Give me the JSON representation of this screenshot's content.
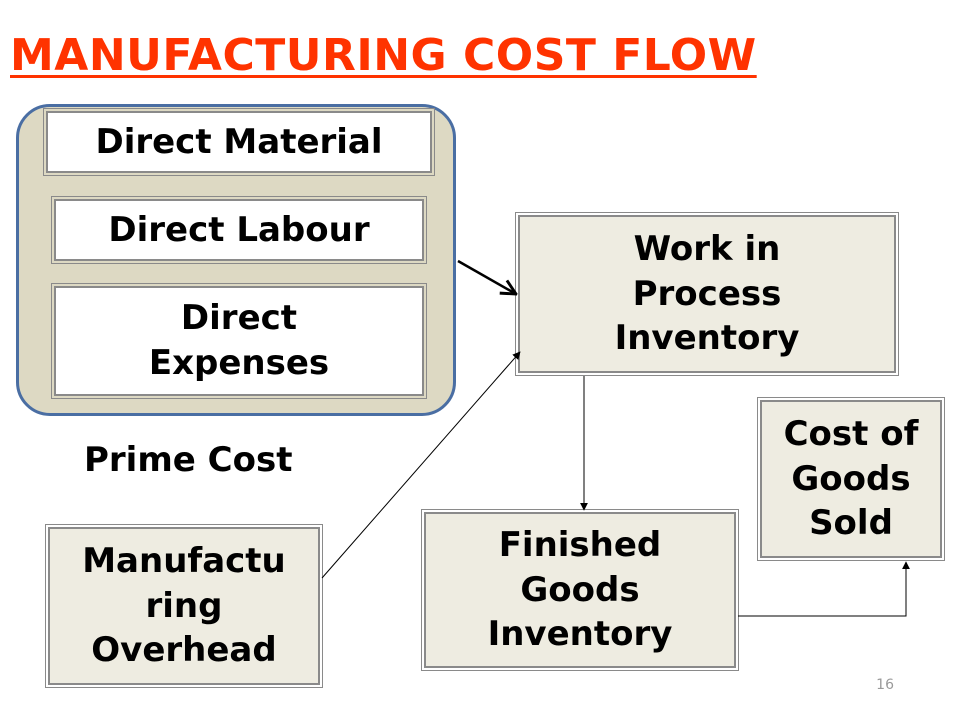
{
  "title": "MANUFACTURING  COST FLOW",
  "nodes": {
    "direct_material": "Direct Material",
    "direct_labour": "Direct Labour",
    "direct_expenses": [
      "Direct",
      "Expenses"
    ],
    "work_in_process": [
      "Work in",
      "Process",
      "Inventory"
    ],
    "manufacturing_overhead": [
      "Manufactu",
      "ring",
      "Overhead"
    ],
    "finished_goods": [
      "Finished",
      "Goods",
      "Inventory"
    ],
    "cost_of_goods_sold": [
      "Cost of",
      "Goods",
      "Sold"
    ]
  },
  "group_label": "Prime Cost",
  "page_number": "16",
  "colors": {
    "title": "#ff3300",
    "group_fill": "#ddd9c3",
    "group_border": "#4a6ea3",
    "box_fill": "#eeece1",
    "white_box": "#ffffff"
  }
}
